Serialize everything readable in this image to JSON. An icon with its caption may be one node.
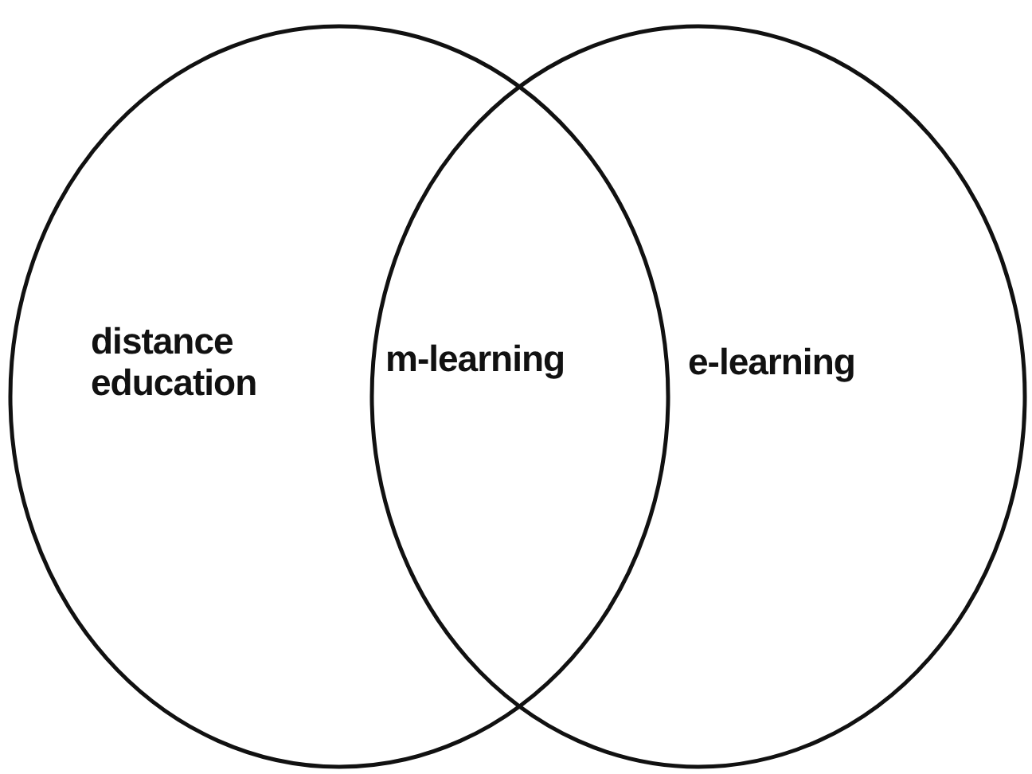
{
  "diagram": {
    "nodes": [
      {
        "text": [
          "distance education"
        ]
      },
      {
        "text": [
          "e-learning"
        ]
      }
    ],
    "labels": [
      "m-learning"
    ]
  }
}
